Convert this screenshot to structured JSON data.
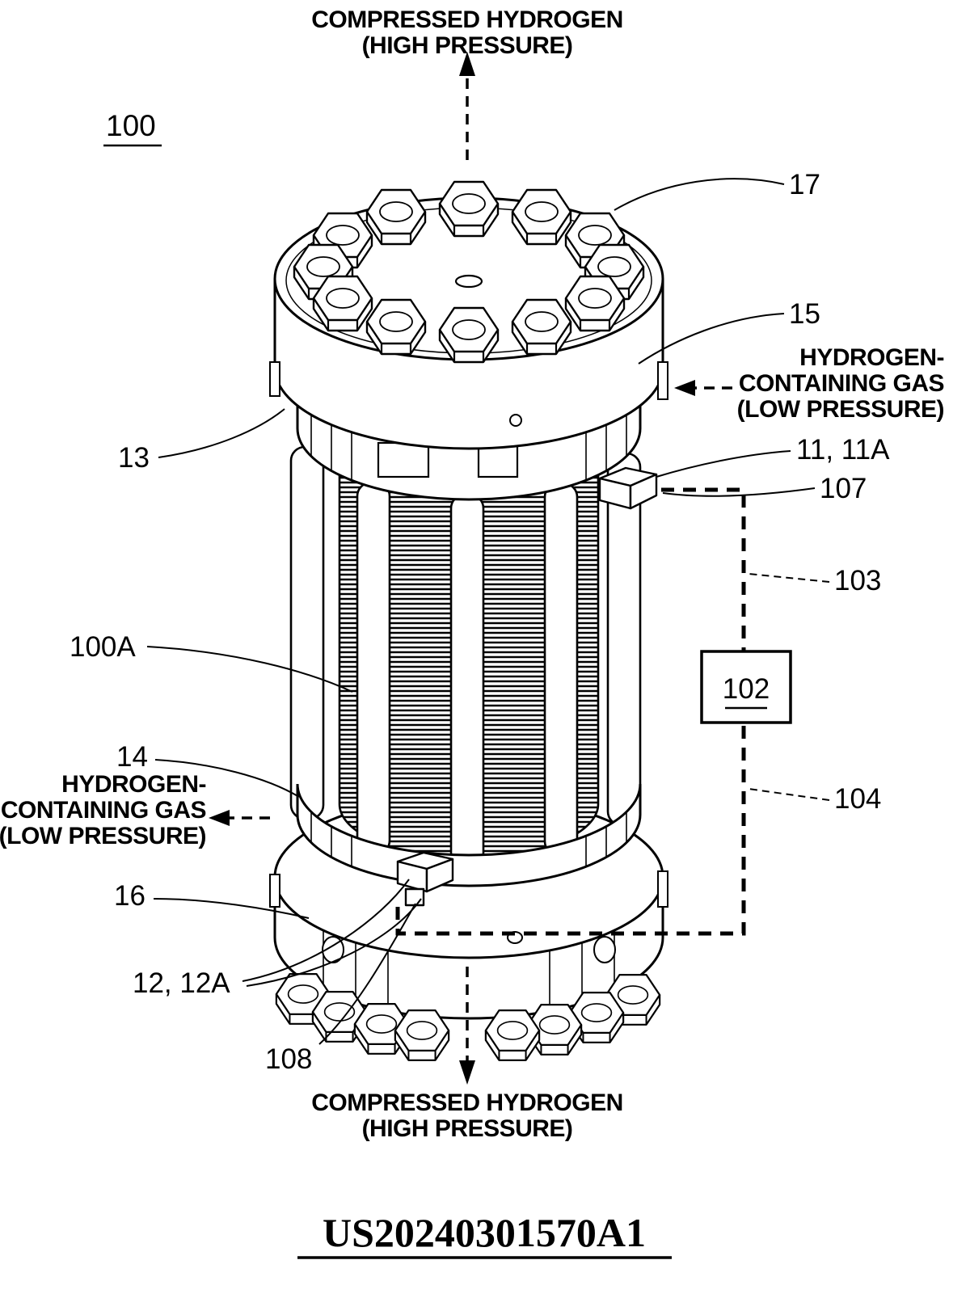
{
  "patent_number": "US20240301570A1",
  "flow_labels": {
    "top": {
      "line1": "COMPRESSED HYDROGEN",
      "line2": "(HIGH PRESSURE)"
    },
    "bottom": {
      "line1": "COMPRESSED HYDROGEN",
      "line2": "(HIGH PRESSURE)"
    },
    "right": {
      "line1": "HYDROGEN-",
      "line2": "CONTAINING GAS",
      "line3": "(LOW PRESSURE)"
    },
    "left": {
      "line1": "HYDROGEN-",
      "line2": "CONTAINING GAS",
      "line3": "(LOW PRESSURE)"
    }
  },
  "refs": {
    "r100": "100",
    "r100A": "100A",
    "r102": "102",
    "r103": "103",
    "r104": "104",
    "r107": "107",
    "r108": "108",
    "r11": "11, 11A",
    "r12": "12, 12A",
    "r13": "13",
    "r14": "14",
    "r15": "15",
    "r16": "16",
    "r17": "17"
  },
  "colors": {
    "ink": "#000000",
    "paper": "#ffffff"
  }
}
